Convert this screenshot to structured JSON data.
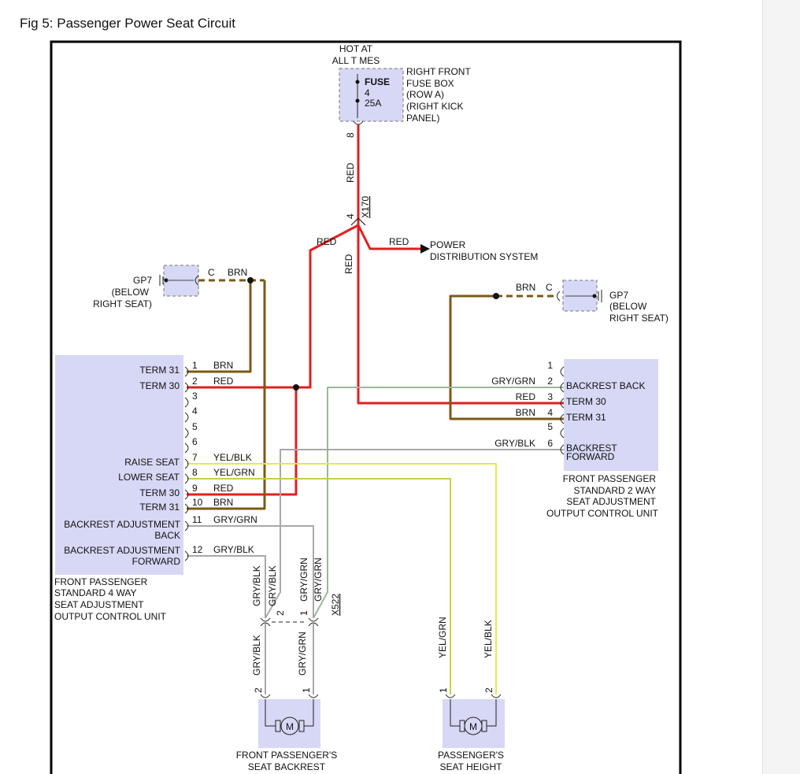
{
  "figure_title": "Fig 5: Passenger Power Seat Circuit",
  "fuse": {
    "hot_line1": "HOT AT",
    "hot_line2": "ALL T MES",
    "label": "FUSE",
    "number": "4",
    "rating": "25A",
    "loc1": "RIGHT FRONT",
    "loc2": "FUSE BOX",
    "loc3": "(ROW A)",
    "loc4": "(RIGHT KICK",
    "loc5": "PANEL)",
    "pin": "8"
  },
  "splice": {
    "pin": "4",
    "id": "X170"
  },
  "power_dist": {
    "line1": "POWER",
    "line2": "DISTRIBUTION SYSTEM"
  },
  "ground_left": {
    "name": "GP7",
    "line2": "(BELOW",
    "line3": "RIGHT SEAT)",
    "pin": "C"
  },
  "ground_right": {
    "name": "GP7",
    "line2": "(BELOW",
    "line3": "RIGHT SEAT)",
    "pin": "C"
  },
  "colors": {
    "red": "RED",
    "brn": "BRN",
    "gry_grn": "GRY/GRN",
    "gry_blk": "GRY/BLK",
    "yel_blk": "YEL/BLK",
    "yel_grn": "YEL/GRN",
    "yel_blk2": "YEL/BLK"
  },
  "left_unit": {
    "pins": [
      {
        "num": "1",
        "label": "TERM 31",
        "wire": "BRN"
      },
      {
        "num": "2",
        "label": "TERM 30",
        "wire": "RED"
      },
      {
        "num": "3",
        "label": "",
        "wire": ""
      },
      {
        "num": "4",
        "label": "",
        "wire": ""
      },
      {
        "num": "5",
        "label": "",
        "wire": ""
      },
      {
        "num": "6",
        "label": "",
        "wire": ""
      },
      {
        "num": "7",
        "label": "",
        "wire": "YEL/BLK"
      },
      {
        "num": "8",
        "label": "RAISE SEAT",
        "wire": "YEL/GRN"
      },
      {
        "num": "9",
        "label": "LOWER SEAT",
        "wire": "RED"
      },
      {
        "num": "10",
        "label": "TERM 30",
        "wire": "BRN"
      },
      {
        "num": "11",
        "label": "TERM 31",
        "wire": "GRY/GRN"
      },
      {
        "num": "12",
        "label": "",
        "wire": "GRY/BLK"
      }
    ],
    "label_bab1": "BACKREST ADJUSTMENT",
    "label_bab2": "BACK",
    "label_baf1": "BACKREST ADJUSTMENT",
    "label_baf2": "FORWARD",
    "name1": "FRONT PASSENGER",
    "name2": "STANDARD 4 WAY",
    "name3": "SEAT ADJUSTMENT",
    "name4": "OUTPUT CONTROL UNIT"
  },
  "right_unit": {
    "pins": [
      {
        "num": "1",
        "label": "",
        "wire": ""
      },
      {
        "num": "2",
        "label": "BACKREST BACK",
        "wire": "GRY/GRN"
      },
      {
        "num": "3",
        "label": "TERM 30",
        "wire": "RED"
      },
      {
        "num": "4",
        "label": "TERM 31",
        "wire": "BRN"
      },
      {
        "num": "5",
        "label": "",
        "wire": ""
      },
      {
        "num": "6",
        "label": "BACKREST",
        "wire": "GRY/BLK"
      }
    ],
    "label_forward": "FORWARD",
    "name1": "FRONT PASSENGER",
    "name2": "STANDARD 2 WAY",
    "name3": "SEAT ADJUSTMENT",
    "name4": "OUTPUT CONTROL UNIT"
  },
  "connector_x522": {
    "id": "X522",
    "pin2": "2",
    "pin1": "1"
  },
  "motor_backrest": {
    "pin2": "2",
    "pin1": "1",
    "symbol": "M",
    "name1": "FRONT PASSENGER'S",
    "name2": "SEAT BACKREST"
  },
  "motor_height": {
    "pin1": "1",
    "pin2": "2",
    "symbol": "M",
    "name1": "PASSENGER'S",
    "name2": "SEAT HEIGHT"
  }
}
